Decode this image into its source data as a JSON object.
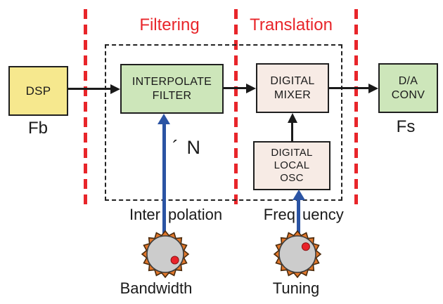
{
  "colors": {
    "red": "#E8252A",
    "blue": "#2B54A4",
    "yellow": "#F6E88E",
    "green": "#CDE6BA",
    "pink": "#F7EBE5",
    "knob_ring": "#E2772A",
    "knob_face": "#CCCCCC",
    "dot": "#E8222A",
    "ink": "#1A1A1A"
  },
  "sections": {
    "filtering": {
      "label": "Filtering"
    },
    "translation": {
      "label": "Translation"
    }
  },
  "blocks": {
    "dsp": {
      "lines": [
        "DSP"
      ],
      "sublabel": "Fb"
    },
    "interpolate_filter": {
      "lines": [
        "INTERPOLATE",
        "FILTER"
      ]
    },
    "digital_mixer": {
      "lines": [
        "DIGITAL",
        "MIXER"
      ]
    },
    "digital_local_osc": {
      "lines": [
        "DIGITAL",
        "LOCAL",
        "OSC"
      ]
    },
    "da_conv": {
      "lines": [
        "D/A",
        "CONV"
      ],
      "sublabel": "Fs"
    }
  },
  "labels": {
    "multiplier": "´ N",
    "interpolation_left": "Inter",
    "interpolation_right": "polation",
    "frequency_left": "Freq",
    "frequency_right": "uency",
    "bandwidth": "Bandwidth",
    "tuning": "Tuning"
  },
  "knobs": [
    {
      "name": "bandwidth-knob",
      "label": "Bandwidth",
      "dot_position": "lower-right"
    },
    {
      "name": "tuning-knob",
      "label": "Tuning",
      "dot_position": "upper-right"
    }
  ]
}
